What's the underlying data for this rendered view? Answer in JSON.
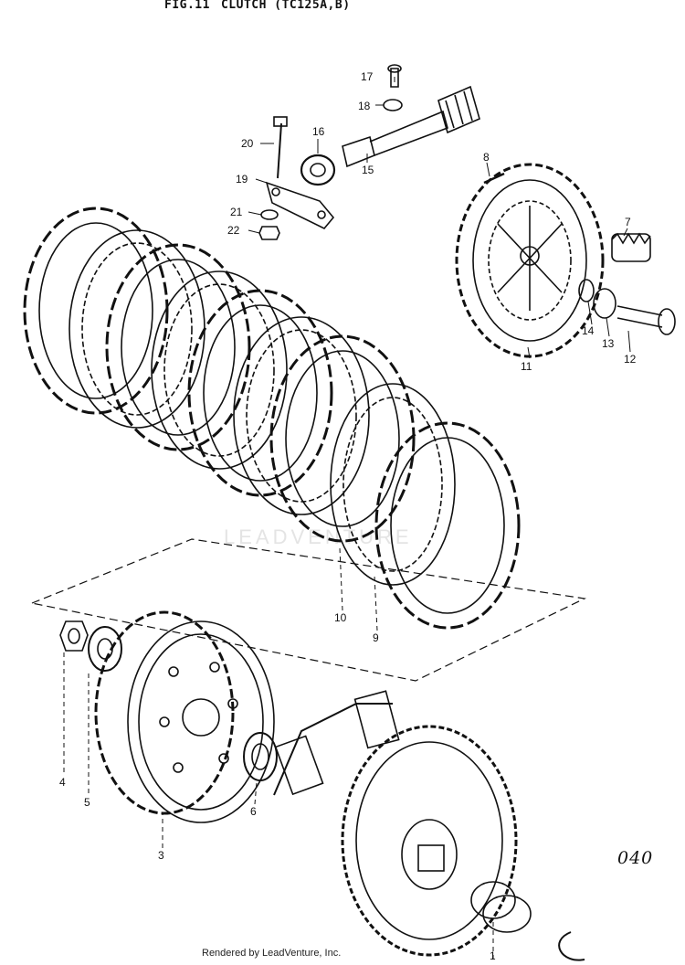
{
  "title": {
    "fig": "FIG.11",
    "name": "CLUTCH (TC125A,B)"
  },
  "callouts": [
    "1",
    "3",
    "4",
    "5",
    "6",
    "7",
    "8",
    "9",
    "10",
    "11",
    "12",
    "13",
    "14",
    "15",
    "16",
    "17",
    "18",
    "19",
    "20",
    "21",
    "22"
  ],
  "page_code": "040",
  "footer": "Rendered by LeadVenture, Inc.",
  "watermark": "LEADVENTURE"
}
